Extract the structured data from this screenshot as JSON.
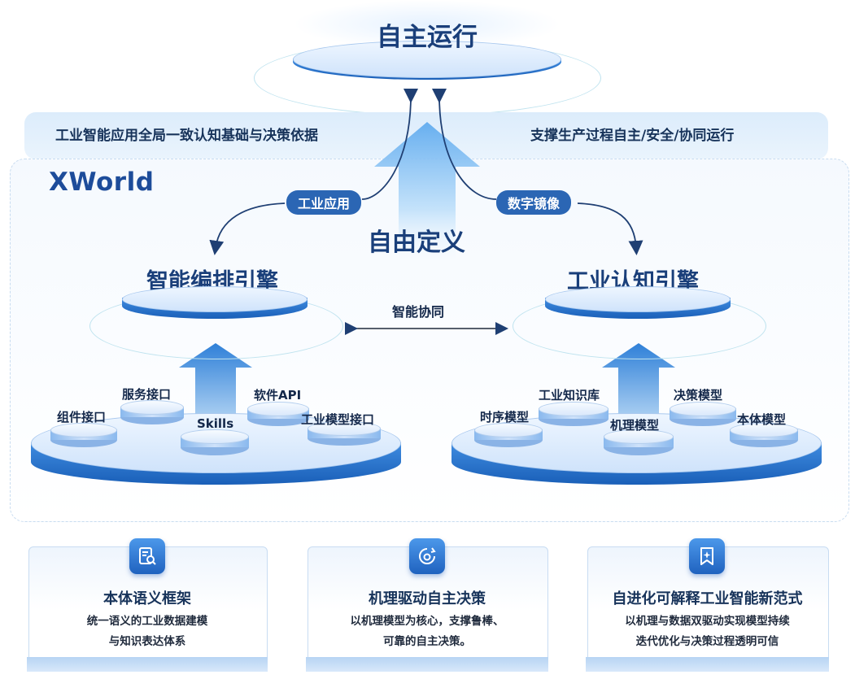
{
  "top": {
    "title": "自主运行"
  },
  "banner": {
    "left_text": "工业智能应用全局一致认知基础与决策依据",
    "right_text": "支撑生产过程自主/安全/协同运行"
  },
  "xworld": {
    "title": "XWorld",
    "center_label": "自由定义",
    "left_pill": "工业应用",
    "right_pill": "数字镜像",
    "collab_label": "智能协同"
  },
  "left_engine": {
    "title": "智能编排引擎",
    "items": [
      "服务接口",
      "组件接口",
      "Skills",
      "软件API",
      "工业模型接口"
    ]
  },
  "right_engine": {
    "title": "工业认知引擎",
    "items": [
      "工业知识库",
      "时序模型",
      "机理模型",
      "决策模型",
      "本体模型"
    ]
  },
  "cards": [
    {
      "icon": "document-search-icon",
      "title": "本体语义框架",
      "desc_line1": "统一语义的工业数据建模",
      "desc_line2": "与知识表达体系"
    },
    {
      "icon": "gear-cycle-icon",
      "title": "机理驱动自主决策",
      "desc_line1": "以机理模型为核心，支撑鲁棒、",
      "desc_line2": "可靠的自主决策。"
    },
    {
      "icon": "sparkle-bookmark-icon",
      "title": "自进化可解释工业智能新范式",
      "desc_line1": "以机理与数据双驱动实现模型持续",
      "desc_line2": "迭代优化与决策过程透明可信"
    }
  ],
  "colors": {
    "primary": "#2b66b4",
    "dark_text": "#17335a",
    "disk_blue": "#1a5fb8"
  }
}
